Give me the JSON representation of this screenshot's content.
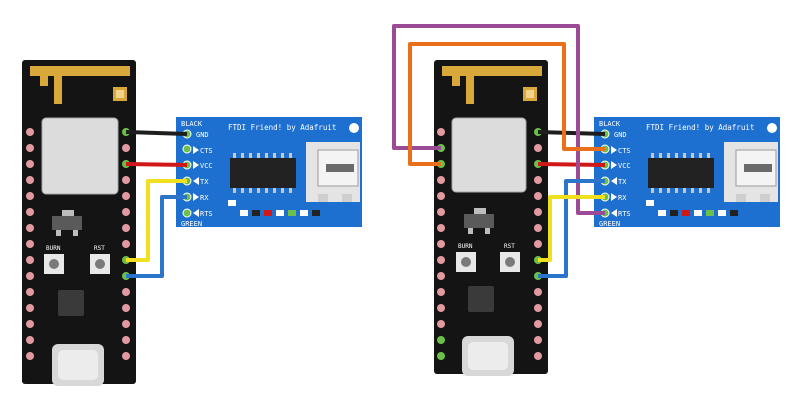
{
  "colors": {
    "board": "#141414",
    "ftdi": "#1d6fd0",
    "antenna": "#d9a83a",
    "pad": "#e29aa0",
    "wire_gnd": "#1e1e1e",
    "wire_vcc": "#d01818",
    "wire_tx": "#2a74c9",
    "wire_rx": "#f0e020",
    "wire_orange": "#e8701c",
    "wire_purple": "#9b4a96",
    "pad_green": "#6cc04a"
  },
  "diagrams": [
    {
      "name": "direct-wiring",
      "mcu": {
        "burn_label": "BURN",
        "rst_label": "RST"
      },
      "ftdi": {
        "title": "FTDI Friend! by Adafruit",
        "top_label": "BLACK",
        "bottom_label": "GREEN",
        "pins": [
          "GND",
          "CTS",
          "VCC",
          "TX",
          "RX",
          "RTS"
        ]
      }
    },
    {
      "name": "crossed-wiring",
      "mcu": {
        "burn_label": "BURN",
        "rst_label": "RST"
      },
      "ftdi": {
        "title": "FTDI Friend! by Adafruit",
        "top_label": "BLACK",
        "bottom_label": "GREEN",
        "pins": [
          "GND",
          "CTS",
          "VCC",
          "TX",
          "RX",
          "RTS"
        ]
      }
    }
  ]
}
